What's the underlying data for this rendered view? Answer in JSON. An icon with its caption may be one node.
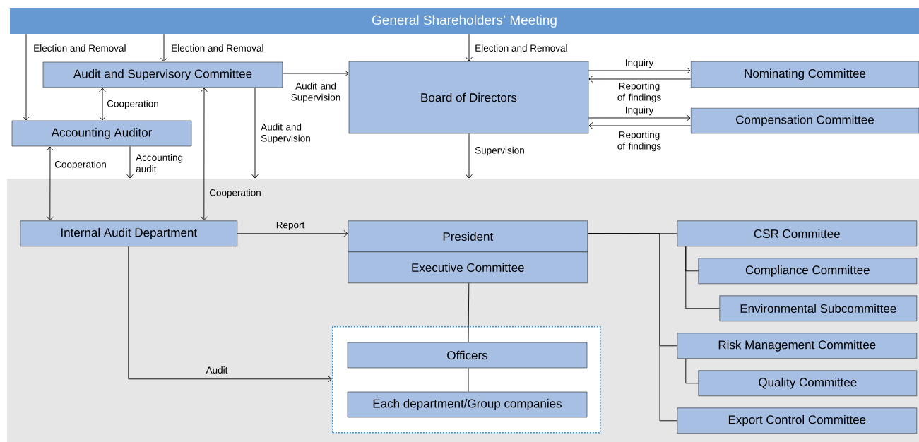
{
  "diagram": {
    "nodes": [
      {
        "text": [
          "General Shareholders’ Meeting"
        ]
      },
      {
        "text": [
          "Audit and Supervisory Committee"
        ]
      },
      {
        "text": [
          "Board of Directors"
        ]
      },
      {
        "text": [
          "Nominating Committee"
        ]
      },
      {
        "text": [
          "Compensation Committee"
        ]
      },
      {
        "text": [
          "Accounting Auditor"
        ]
      },
      {
        "text": [],
        "shape": "box"
      },
      {
        "text": [
          "Internal Audit Department"
        ],
        "in": 6
      },
      {
        "text": [
          "President"
        ],
        "in": 6
      },
      {
        "text": [
          "Executive Committee"
        ],
        "in": 6
      },
      {
        "text": [],
        "shape": "box",
        "in": 6
      },
      {
        "text": [
          "Officers"
        ],
        "in": 10
      },
      {
        "text": [
          "Each department/Group companies"
        ],
        "in": 10
      },
      {
        "text": [
          "CSR Committee"
        ],
        "in": 6
      },
      {
        "text": [
          "Compliance Committee"
        ],
        "in": 6
      },
      {
        "text": [
          "Environmental Subcommittee"
        ],
        "in": 6
      },
      {
        "text": [
          "Risk Management Committee"
        ],
        "in": 6
      },
      {
        "text": [
          "Quality Committee"
        ],
        "in": 6
      },
      {
        "text": [
          "Export Control Committee"
        ],
        "in": 6
      }
    ],
    "edges": [
      {
        "from": 0,
        "to": 5,
        "arrow": "to",
        "label": "Election and Removal"
      },
      {
        "from": 0,
        "to": 1,
        "arrow": "to",
        "label": "Election and Removal"
      },
      {
        "from": 0,
        "to": 2,
        "arrow": "to",
        "label": "Election and Removal"
      },
      {
        "from": 1,
        "to": 2,
        "arrow": "to",
        "label": "Audit and Supervision"
      },
      {
        "from": 1,
        "to": 5,
        "arrow": "both",
        "label": "Cooperation"
      },
      {
        "from": 1,
        "to": 6,
        "arrow": "to",
        "label": "Audit and Supervision"
      },
      {
        "from": 1,
        "to": 7,
        "arrow": "both",
        "label": "Cooperation"
      },
      {
        "from": 5,
        "to": 7,
        "arrow": "both",
        "label": "Cooperation"
      },
      {
        "from": 5,
        "to": 6,
        "arrow": "to",
        "label": "Accounting audit"
      },
      {
        "from": 2,
        "to": 3,
        "arrow": "to",
        "label": "Inquiry"
      },
      {
        "from": 3,
        "to": 2,
        "arrow": "to",
        "label": "Reporting of findings"
      },
      {
        "from": 2,
        "to": 4,
        "arrow": "to",
        "label": "Inquiry"
      },
      {
        "from": 4,
        "to": 2,
        "arrow": "to",
        "label": "Reporting of findings"
      },
      {
        "from": 2,
        "to": 6,
        "arrow": "to",
        "label": "Supervision"
      },
      {
        "from": 7,
        "to": 8,
        "arrow": "to",
        "label": "Report"
      },
      {
        "from": 7,
        "to": 10,
        "arrow": "to",
        "label": "Audit"
      },
      {
        "from": 9,
        "to": 11,
        "arrow": "none"
      },
      {
        "from": 11,
        "to": 12,
        "arrow": "none"
      },
      {
        "from": 8,
        "to": 13,
        "arrow": "none"
      },
      {
        "from": 8,
        "to": 16,
        "arrow": "none"
      },
      {
        "from": 8,
        "to": 18,
        "arrow": "none"
      },
      {
        "from": 13,
        "to": 14,
        "arrow": "none"
      },
      {
        "from": 13,
        "to": 15,
        "arrow": "none"
      },
      {
        "from": 16,
        "to": 17,
        "arrow": "none"
      }
    ]
  }
}
